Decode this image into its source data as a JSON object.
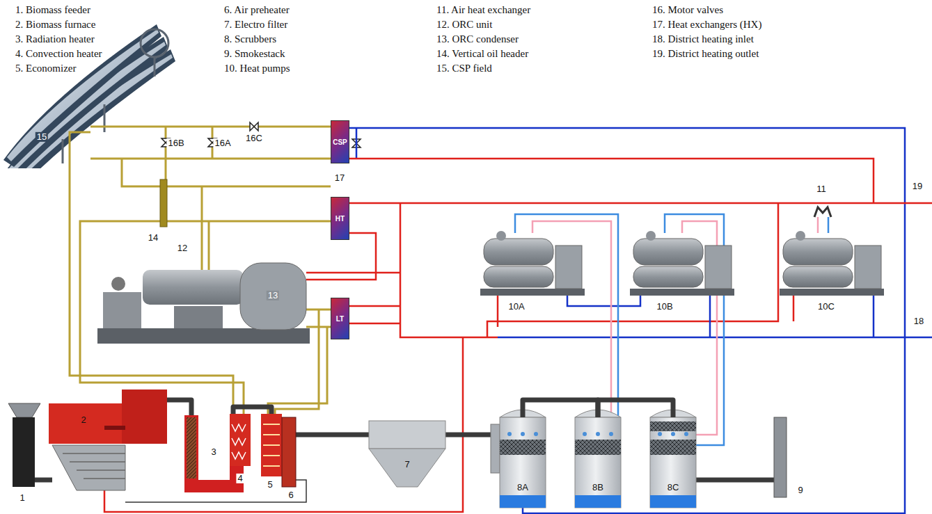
{
  "diagram": {
    "nodes": [
      {
        "text": [
          "CSP"
        ]
      },
      {
        "text": [
          "HT"
        ]
      },
      {
        "text": [
          "LT"
        ]
      },
      {
        "text": [
          "8A"
        ]
      },
      {
        "text": [
          "8B"
        ]
      },
      {
        "text": [
          "8C"
        ]
      }
    ],
    "edges": [
      {
        "from": 3,
        "to": 4,
        "arrow": "none"
      },
      {
        "from": 4,
        "to": 5,
        "arrow": "none"
      }
    ],
    "labels": [
      "1. Biomass feeder",
      "2. Biomass furnace",
      "3. Radiation heater",
      "4. Convection heater",
      "5. Economizer",
      "6. Air preheater",
      "7. Electro filter",
      "8. Scrubbers",
      "9. Smokestack",
      "10. Heat pumps",
      "11. Air heat exchanger",
      "12. ORC unit",
      "13. ORC condenser",
      "14. Vertical oil header",
      "15. CSP field",
      "16. Motor valves",
      "17. Heat exchangers (HX)",
      "18. District heating inlet",
      "19. District heating outlet",
      "15",
      "16B",
      "16A",
      "16C",
      "17",
      "14",
      "12",
      "13",
      "10A",
      "10B",
      "10C",
      "11",
      "19",
      "18",
      "2",
      "1",
      "3",
      "4",
      "5",
      "6",
      "7",
      "9"
    ]
  }
}
